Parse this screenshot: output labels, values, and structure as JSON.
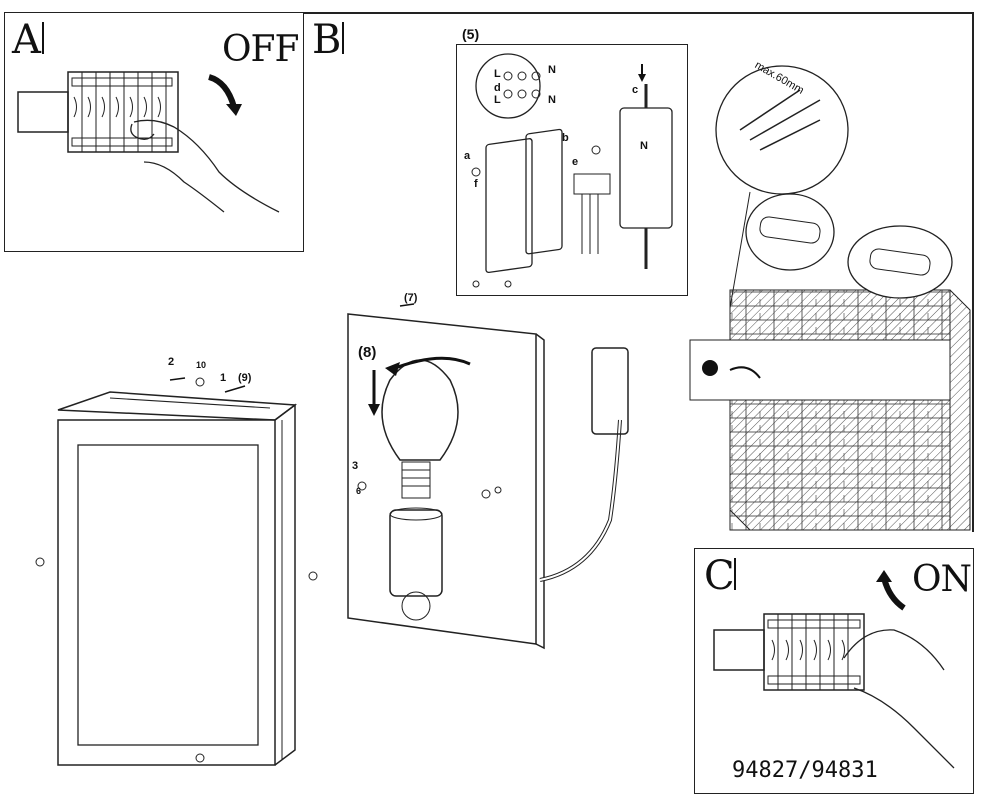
{
  "panel_a": {
    "letter": "A",
    "switch_state": "OFF"
  },
  "panel_b": {
    "letter": "B"
  },
  "panel_c": {
    "letter": "C",
    "switch_state": "ON"
  },
  "steps": {
    "s1": "1",
    "s2": "2",
    "s3": "3",
    "s5": "5",
    "s6": "6",
    "s7": "7",
    "s8": "8",
    "s9": "9",
    "s10": "10"
  },
  "wiring_labels": {
    "L1": "L",
    "d": "d",
    "L2": "L",
    "N1": "N",
    "N2": "N",
    "a": "a",
    "b": "b",
    "c": "c",
    "e": "e",
    "f": "f",
    "N3": "N"
  },
  "cable_spec": "max.60mm",
  "model_number": "94827/94831"
}
